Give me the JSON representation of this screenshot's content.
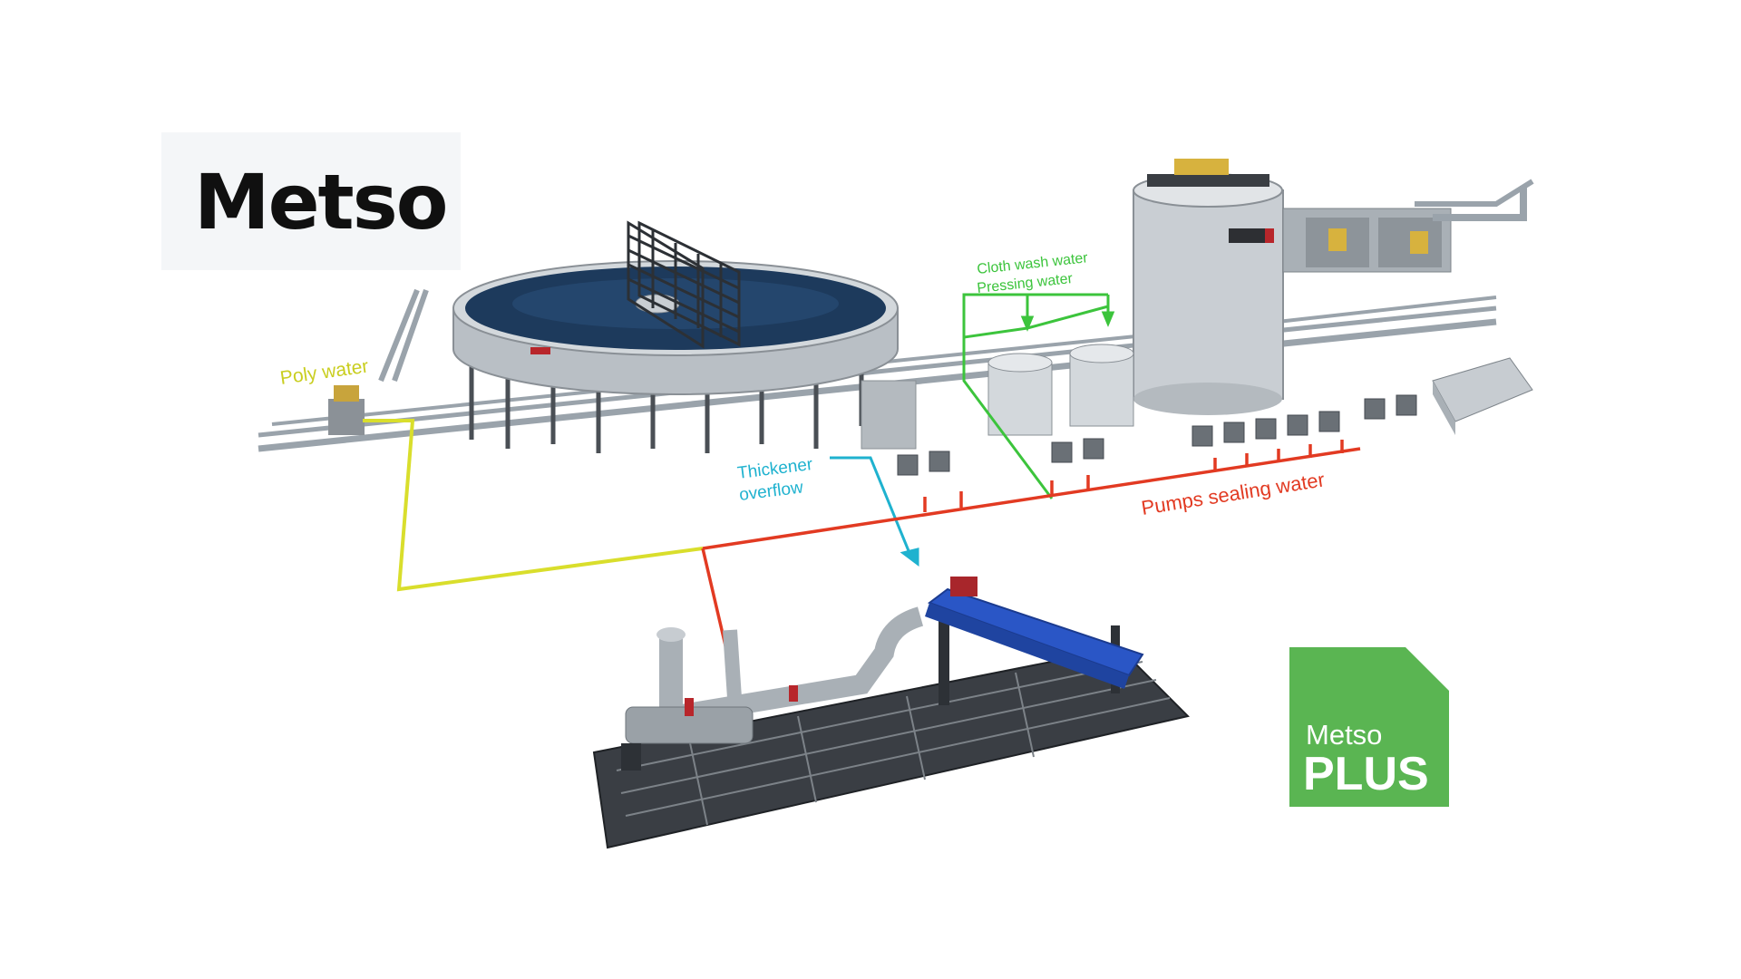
{
  "brand": {
    "logo": "Metso",
    "badge_line1": "Metso",
    "badge_line2": "PLUS"
  },
  "labels": {
    "poly_water": "Poly water",
    "cloth_wash_water": "Cloth wash water",
    "pressing_water": "Pressing water",
    "thickener_overflow_1": "Thickener",
    "thickener_overflow_2": "overflow",
    "pumps_sealing_water": "Pumps sealing water"
  },
  "colors": {
    "poly_water": "#d9de2c",
    "cloth_wash_water": "#3cc43c",
    "thickener_overflow": "#1fb2cf",
    "pumps_sealing_water": "#e23a22",
    "filter_body": "#2a56c6",
    "badge_green": "#5ab552"
  }
}
